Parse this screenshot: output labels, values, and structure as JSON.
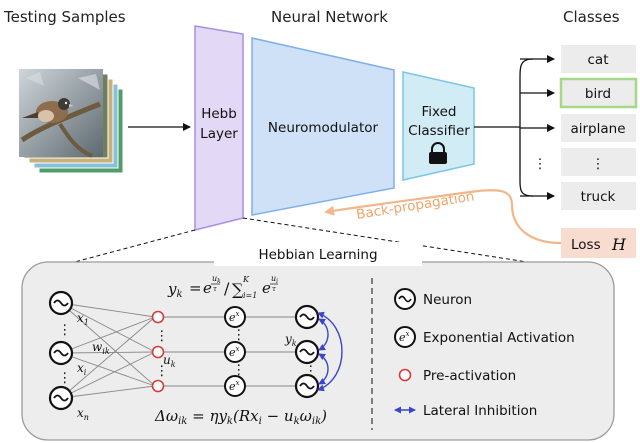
{
  "headers": {
    "testing_samples": "Testing Samples",
    "neural_network": "Neural Network",
    "classes": "Classes"
  },
  "network": {
    "hebb_line1": "Hebb",
    "hebb_line2": "Layer",
    "neuromodulator": "Neuromodulator",
    "fixed_line1": "Fixed",
    "fixed_line2": "Classifier"
  },
  "classes": {
    "items": [
      "cat",
      "bird",
      "airplane",
      "truck"
    ],
    "vdots": "⋮",
    "highlighted": "bird"
  },
  "loss": {
    "label": "Loss",
    "symbol": "H"
  },
  "backprop": "Back-propagation",
  "hebbian": {
    "title": "Hebbian Learning",
    "inputs": [
      "x",
      "x",
      "x"
    ],
    "input_subs": [
      "1",
      "i",
      "n"
    ],
    "weight": "w",
    "weight_sub": "ik",
    "u": "u",
    "u_sub": "k",
    "y": "y",
    "y_sub": "k",
    "activation_glyph": "e",
    "activation_sup": "x",
    "formula_top": "y_k = e^{u_k/τ} / Σ_{i=1}^{K} e^{u_i/τ}",
    "formula_bottom": "Δω_ik = η y_k (R x_i − u_k ω_ik)"
  },
  "legend": {
    "neuron": "Neuron",
    "exponential": "Exponential Activation",
    "preactivation": "Pre-activation",
    "lateral": "Lateral Inhibition"
  },
  "colors": {
    "hebb_fill": "#e3d9f7",
    "hebb_stroke": "#a98fe0",
    "neuro_fill": "#cfe1f7",
    "neuro_stroke": "#7fb0ea",
    "fixed_fill": "#d2ecf6",
    "fixed_stroke": "#7ac7e6",
    "class_fill": "#ececec",
    "highlight_stroke": "#a7d88a",
    "loss_fill": "#f9dcd0",
    "backprop": "#f1b78a",
    "panel_fill": "#ededed",
    "preact": "#d83a3a",
    "inhibition": "#3b46c8"
  }
}
